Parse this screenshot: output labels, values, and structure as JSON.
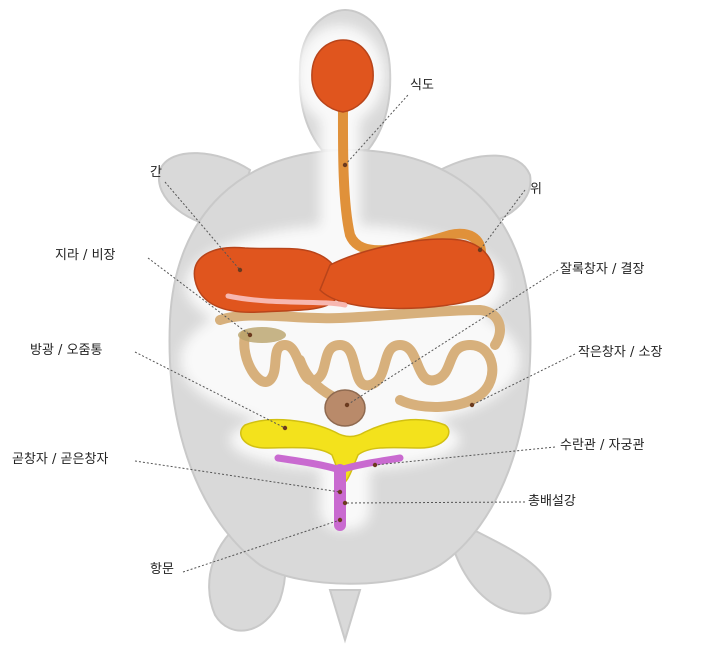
{
  "labels": {
    "esophagus": "식도",
    "liver": "간",
    "stomach": "위",
    "spleen": "지라 / 비장",
    "colon": "잘록창자 / 결장",
    "bladder": "방광 / 오줌통",
    "small_intestine": "작은창자 / 소장",
    "oviduct": "수란관 / 자궁관",
    "rectum": "곧창자 / 곧은창자",
    "cloaca": "총배설강",
    "anus": "항문"
  },
  "colors": {
    "shell_silhouette": "#d9d9d9",
    "esophagus": "#e0913a",
    "liver": "#e0551e",
    "intestine": "#d7b07c",
    "bladder": "#f3e21c",
    "oviduct": "#c96ad0",
    "leader_line": "#555555"
  }
}
